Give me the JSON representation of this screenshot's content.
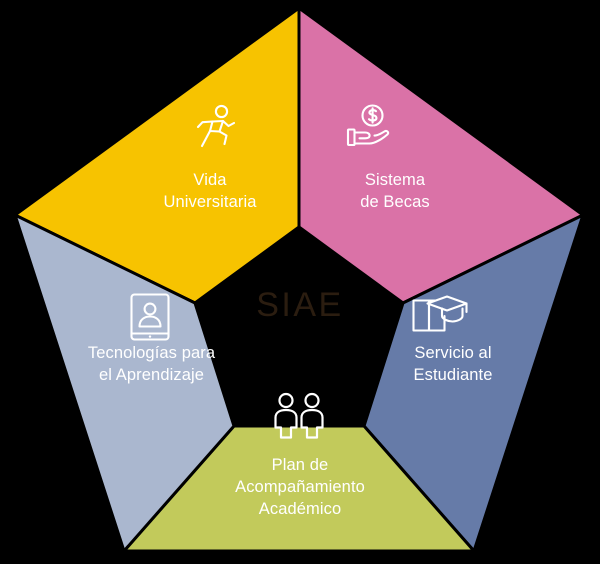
{
  "diagram": {
    "type": "pentagon-segment-diagram",
    "center_label": "SIAE",
    "center_text_color": "#2b1d10",
    "background_color": "#000000",
    "segments": [
      {
        "id": "vida-universitaria",
        "label": "Vida\nUniversitaria",
        "color": "#f7c300",
        "icon": "running-person-icon",
        "position": "top-left"
      },
      {
        "id": "sistema-de-becas",
        "label": "Sistema\nde Becas",
        "color": "#da72a7",
        "icon": "hand-holding-coin-icon",
        "position": "top-right"
      },
      {
        "id": "servicio-al-estudiante",
        "label": "Servicio al\nEstudiante",
        "color": "#667ba8",
        "icon": "book-graduation-cap-icon",
        "position": "right"
      },
      {
        "id": "plan-de-acompanamiento-academico",
        "label": "Plan de\nAcompañamiento\nAcadémico",
        "color": "#c2ca5b",
        "icon": "two-people-icon",
        "position": "bottom"
      },
      {
        "id": "tecnologias-para-el-aprendizaje",
        "label": "Tecnologías para\nel  Aprendizaje",
        "color": "#aab7cf",
        "icon": "tablet-person-icon",
        "position": "left"
      }
    ]
  }
}
